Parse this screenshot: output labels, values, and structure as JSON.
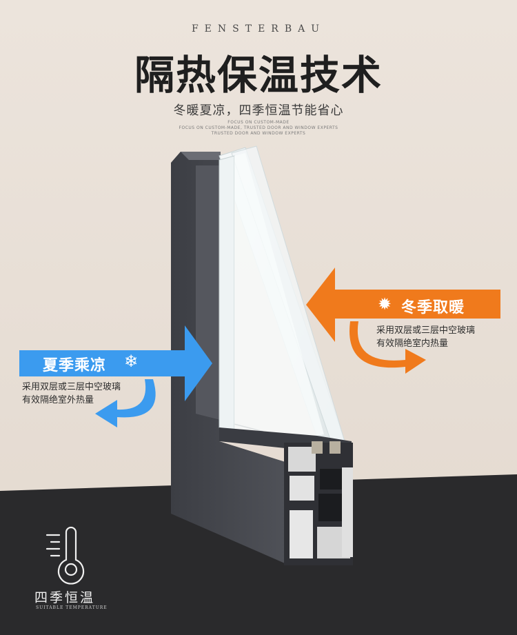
{
  "brand": "FENSTERBAU",
  "title": "隔热保温技术",
  "subtitle": "冬暖夏凉，四季恒温节能省心",
  "tagline_lines": [
    "FOCUS ON CUSTOM-MADE",
    "FOCUS ON CUSTOM-MADE, TRUSTED DOOR AND WINDOW EXPERTS",
    "TRUSTED DOOR AND WINDOW EXPERTS"
  ],
  "summer": {
    "label": "夏季乘凉",
    "icon": "snowflake-icon",
    "desc_line1": "采用双层或三层中空玻璃",
    "desc_line2": "有效隔绝室外热量",
    "color": "#3b9bef"
  },
  "winter": {
    "label": "冬季取暖",
    "icon": "sun-icon",
    "desc_line1": "采用双层或三层中空玻璃",
    "desc_line2": "有效隔绝室内热量",
    "color": "#f07a1c"
  },
  "badge": {
    "icon": "thermometer-icon",
    "title": "四季恒温",
    "subtitle": "SUITABLE TEMPERATURE"
  },
  "colors": {
    "background": "#e8dfd6",
    "floor": "#2b2b2d",
    "frame": "#4a4c52"
  }
}
